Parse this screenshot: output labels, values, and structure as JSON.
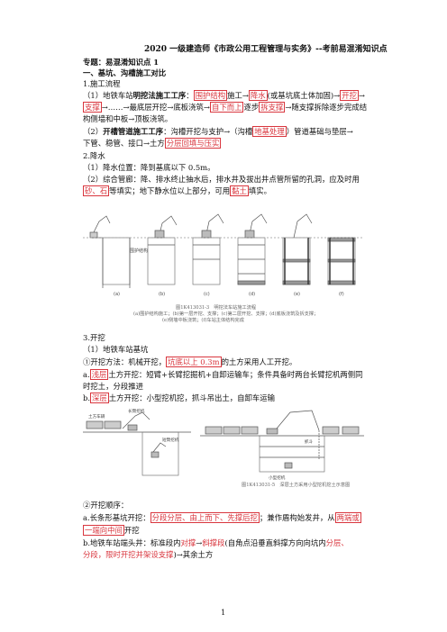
{
  "title": "2020 一级建造师《市政公用工程管理与实务》--考前易混淆知识点",
  "topic": "专题：易混淆知识点 1",
  "section1": "一、基坑、沟槽施工对比",
  "s1_1": "1.施工流程",
  "line_a1": "（1）地铁车站",
  "line_a1_bold": "明挖法施工工序",
  "line_a1_b": "：",
  "line_a1_box1": "围护结构",
  "line_a1_c": "施工→",
  "line_a1_box2": "降水",
  "line_a1_d": "(或基坑底土体加固)→",
  "line_a1_box3": "开挖",
  "line_a1_e": "→",
  "line_a2_box1": "支撑",
  "line_a2_a": "→……→最底层开挖→底板浇筑→",
  "line_a2_box2": "自下而上",
  "line_a2_b": "逐步",
  "line_a2_box3": "拆支撑",
  "line_a2_c": "→随支撑拆除逐步完成结",
  "line_a3": "构侧墙和中板→顶板浇筑。",
  "line_b1": "（2）",
  "line_b1_bold": "开槽管道施工工序",
  "line_b1_b": "：沟槽开挖与支护→（沟槽",
  "line_b1_box": "地基处理",
  "line_b1_c": "）管道基础与垫层→",
  "line_b2": "下管、稳管、接口→土方",
  "line_b2_box": "分层回填与压实",
  "s1_2": "2.降水",
  "jiang1": "（1）降水位置：降到基底以下 0.5m。",
  "jiang2": "（2）综合管廊：降、排水终止抽水后，排水井及拔出井点管所留的孔洞，应及时用",
  "jiang3_box": "砂、石",
  "jiang3_a": "等填实；地下静水位以上部分，可用",
  "jiang3_box2": "黏土",
  "jiang3_b": "填实。",
  "fig1_cap1": "图1K413031-3　明挖法车站施工流程",
  "fig1_cap2": "(a)围护结构施工；(b)第一层开挖、支撑；(c)第二层开挖、支撑；(d)底板浇筑及拆支撑；",
  "fig1_cap3": "(e)侧墙中板浇筑；(f)车站主体结构完成",
  "fig1_labels": [
    "(a)",
    "(b)",
    "(c)",
    "(d)",
    "(e)",
    "(f)"
  ],
  "fig1_side_label": "围护结构",
  "s1_3": "3.开挖",
  "kw1": "（1）地铁车站基坑",
  "kw2_a": "①开挖方法：机械开挖，",
  "kw2_box": "坑底以上 0.3m",
  "kw2_b": "的土方采用人工开挖。",
  "kw3_a": "a.",
  "kw3_box": "浅层",
  "kw3_b": "土方开挖：短臂+长臂挖掘机+自卸运输车；条件具备时两台长臂挖机两侧同",
  "kw4": "时挖土，分段推进",
  "kw5_a": "b.",
  "kw5_box": "深层",
  "kw5_b": "土方开挖：小型挖机挖，抓斗吊出土，自卸车运输",
  "fig2_labels": [
    "土方车辆",
    "长臂挖机",
    "短臂挖机",
    "小型挖机",
    "抓斗"
  ],
  "fig2_cap": "图1K413031-5　深层土方采用小型挖机挖土示意图",
  "kw6": "②开挖顺序：",
  "kw7_a": "a.长条形基坑开挖：",
  "kw7_box": "分段分层、由上而下、先撑后挖",
  "kw7_b": "；兼作盾构始发井，从",
  "kw7_box2": "两端或",
  "kw8_box": "一端向中间",
  "kw8_a": "开挖",
  "kw9_a": "b.地铁车站端头井：标准段内",
  "kw9_r1": "对撑",
  "kw9_b": "→",
  "kw9_r2": "斜撑段",
  "kw9_c": "(自角点沿垂直斜撑方向向坑内",
  "kw9_r3": "分层、",
  "kw10_r1": "分段，限时开挖并架设支撑",
  "kw10_a": ")→其余土方",
  "page_number": "1"
}
